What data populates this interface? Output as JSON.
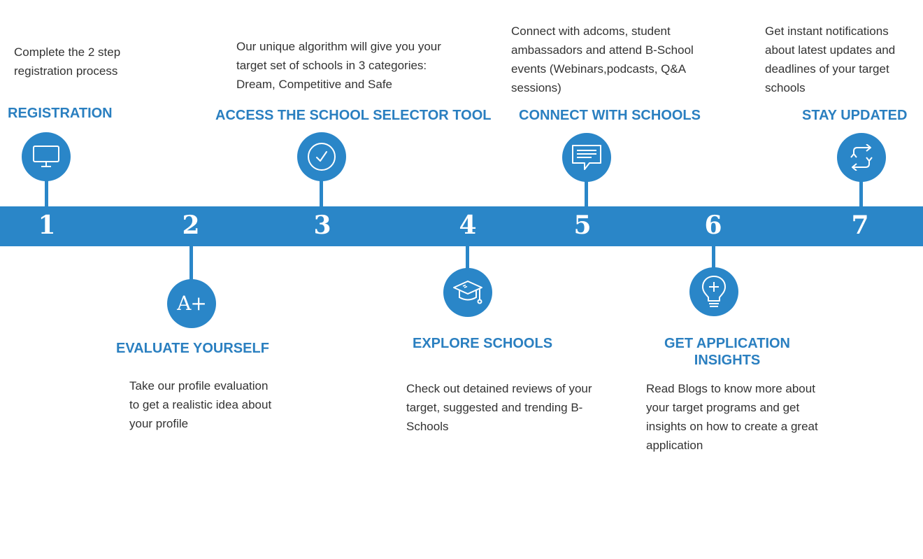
{
  "steps": [
    {
      "number": "1",
      "title": "REGISTRATION",
      "description": [
        "Complete the 2 step",
        "registration process"
      ],
      "icon": "monitor-icon"
    },
    {
      "number": "2",
      "title": "EVALUATE YOURSELF",
      "description": [
        "Take our profile evaluation",
        "to get a realistic idea about",
        "your profile"
      ],
      "icon": "a-plus-icon",
      "icon_text": "A+"
    },
    {
      "number": "3",
      "title": "ACCESS THE SCHOOL SELECTOR TOOL",
      "description": [
        "Our unique algorithm will give you your",
        "target set of schools in 3 categories:",
        "Dream, Competitive and Safe"
      ],
      "icon": "checkmark-circle-icon"
    },
    {
      "number": "4",
      "title": "EXPLORE SCHOOLS",
      "description": [
        "Check out detained reviews of your",
        "target, suggested and trending B-",
        "Schools"
      ],
      "icon": "graduation-cap-icon"
    },
    {
      "number": "5",
      "title": "CONNECT WITH SCHOOLS",
      "description": [
        "Connect with adcoms, student",
        "ambassadors and attend B-School",
        "events (Webinars,podcasts, Q&A",
        "sessions)"
      ],
      "icon": "chat-bubble-icon"
    },
    {
      "number": "6",
      "title": [
        "GET APPLICATION",
        "INSIGHTS"
      ],
      "description": [
        "Read Blogs to know more about",
        "your target programs and get",
        "insights on how to create a great",
        "application"
      ],
      "icon": "lightbulb-icon"
    },
    {
      "number": "7",
      "title": "STAY UPDATED",
      "description": [
        "Get instant notifications",
        "about latest updates and",
        "deadlines of your target",
        "schools"
      ],
      "icon": "refresh-icon"
    }
  ],
  "colors": {
    "accent": "#2a86c8",
    "title": "#2a7fc0",
    "text": "#333333"
  }
}
